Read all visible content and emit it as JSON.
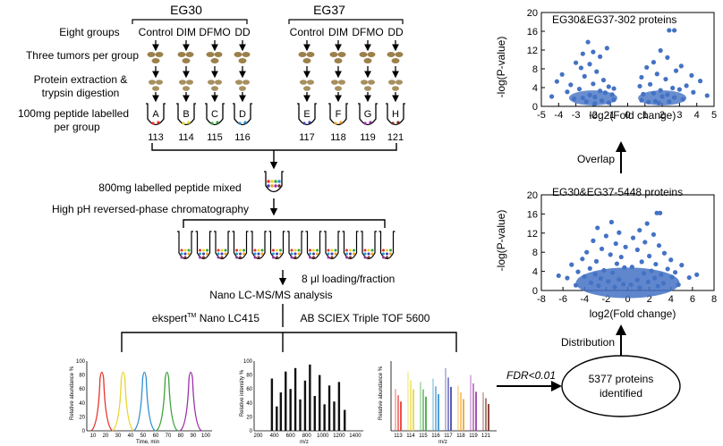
{
  "groups": {
    "eg30_title": "EG30",
    "eg37_title": "EG37",
    "eight_groups": "Eight groups",
    "eg30_conditions": [
      "Control",
      "DIM",
      "DFMO",
      "DD"
    ],
    "eg37_conditions": [
      "Control",
      "DIM",
      "DFMO",
      "DD"
    ]
  },
  "steps": {
    "three_tumors": "Three tumors per group",
    "protein_line1": "Protein extraction &",
    "protein_line2": "trypsin digestion",
    "peptide_line1": "100mg peptide labelled",
    "peptide_line2": "per group",
    "mixed": "800mg labelled peptide mixed",
    "chromatography": "High pH reversed-phase chromatography",
    "loading": "8 μl loading/fraction",
    "nano_lcms": "Nano LC-MS/MS analysis",
    "ekspert_prefix": "ekspert",
    "ekspert_sup": "TM",
    "ekspert_suffix": " Nano LC415",
    "absciex": "AB SCIEX Triple TOF 5600"
  },
  "tubes": [
    {
      "letter": "A",
      "tag": "113",
      "color": "#e8312a"
    },
    {
      "letter": "B",
      "tag": "114",
      "color": "#e8d62c"
    },
    {
      "letter": "C",
      "tag": "115",
      "color": "#3aa339"
    },
    {
      "letter": "D",
      "tag": "116",
      "color": "#2f8fd0"
    },
    {
      "letter": "E",
      "tag": "117",
      "color": "#3b3fa8"
    },
    {
      "letter": "F",
      "tag": "118",
      "color": "#f0a020"
    },
    {
      "letter": "G",
      "tag": "119",
      "color": "#9b2fa8"
    },
    {
      "letter": "H",
      "tag": "121",
      "color": "#7a2a1e"
    }
  ],
  "colors": {
    "volcano": "#4472c4",
    "tumor": "#8a6a2a"
  },
  "ms_panels": {
    "chrom_ylabel": "Relative abundance %",
    "chrom_xlabel": "Time, min",
    "chrom_xticks": [
      "10",
      "20",
      "30",
      "40",
      "50",
      "60",
      "70",
      "80",
      "90",
      "100"
    ],
    "chrom_yticks": [
      "0",
      "20",
      "40",
      "60",
      "80",
      "100"
    ],
    "chrom_peaks": [
      {
        "center": 17,
        "color": "#e8312a"
      },
      {
        "center": 34,
        "color": "#e8d62c"
      },
      {
        "center": 51,
        "color": "#2f8fd0"
      },
      {
        "center": 69,
        "color": "#3aa339"
      },
      {
        "center": 88,
        "color": "#9b2fa8"
      }
    ],
    "ms1_ylabel": "Relative intensity %",
    "ms1_xlabel": "m/z",
    "ms1_xticks": [
      "200",
      "400",
      "600",
      "800",
      "1000",
      "1200",
      "1400"
    ],
    "ms1_yticks": [
      "0",
      "20",
      "40",
      "60",
      "80",
      "100"
    ],
    "ms1_bars": [
      {
        "mz": 370,
        "rel": 75
      },
      {
        "mz": 430,
        "rel": 35
      },
      {
        "mz": 480,
        "rel": 55
      },
      {
        "mz": 540,
        "rel": 85
      },
      {
        "mz": 600,
        "rel": 60
      },
      {
        "mz": 660,
        "rel": 90
      },
      {
        "mz": 720,
        "rel": 45
      },
      {
        "mz": 780,
        "rel": 72
      },
      {
        "mz": 840,
        "rel": 95
      },
      {
        "mz": 900,
        "rel": 50
      },
      {
        "mz": 960,
        "rel": 80
      },
      {
        "mz": 1020,
        "rel": 38
      },
      {
        "mz": 1080,
        "rel": 65
      },
      {
        "mz": 1140,
        "rel": 42
      },
      {
        "mz": 1200,
        "rel": 70
      },
      {
        "mz": 1270,
        "rel": 30
      }
    ],
    "rep_ylabel": "Relative abundance %",
    "rep_xlabel": "m/z",
    "rep_xticks": [
      "113",
      "114",
      "115",
      "116",
      "117",
      "118",
      "119",
      "121"
    ],
    "rep_bars": [
      {
        "tag": 113,
        "rel": 60,
        "color": "#e8312a"
      },
      {
        "tag": 114,
        "rel": 85,
        "color": "#e8d62c"
      },
      {
        "tag": 115,
        "rel": 70,
        "color": "#3aa339"
      },
      {
        "tag": 116,
        "rel": 75,
        "color": "#2f8fd0"
      },
      {
        "tag": 117,
        "rel": 90,
        "color": "#3b3fa8"
      },
      {
        "tag": 118,
        "rel": 65,
        "color": "#f0a020"
      },
      {
        "tag": 119,
        "rel": 80,
        "color": "#9b2fa8"
      },
      {
        "tag": 121,
        "rel": 55,
        "color": "#7a2a1e"
      }
    ]
  },
  "flow": {
    "fdr": "FDR<0.01",
    "identified_line1": "5377 proteins",
    "identified_line2": "identified",
    "distribution": "Distribution",
    "overlap": "Overlap"
  },
  "chart_data": [
    {
      "type": "scatter",
      "title": "EG30&EG37-302 proteins",
      "xlabel": "log2(Fold change)",
      "ylabel": "-log(P-value)",
      "xlim": [
        -5,
        5
      ],
      "ylim": [
        0,
        20
      ],
      "xticks": [
        "-5",
        "-4",
        "-3",
        "-2",
        "-1",
        "0",
        "1",
        "2",
        "3",
        "4",
        "5"
      ],
      "yticks": [
        "0",
        "4",
        "8",
        "12",
        "16",
        "20"
      ],
      "points": [
        [
          2.4,
          16.2
        ],
        [
          2.7,
          16.2
        ],
        [
          -2.3,
          13.7
        ],
        [
          -1.2,
          12.4
        ],
        [
          1.9,
          11.9
        ],
        [
          -2.0,
          11.6
        ],
        [
          -2.6,
          11.2
        ],
        [
          -1.6,
          10.6
        ],
        [
          2.3,
          10.4
        ],
        [
          -3.0,
          9.3
        ],
        [
          -2.2,
          9.0
        ],
        [
          1.5,
          9.4
        ],
        [
          3.1,
          8.6
        ],
        [
          -2.7,
          8.2
        ],
        [
          1.1,
          8.3
        ],
        [
          2.8,
          7.6
        ],
        [
          -1.8,
          7.4
        ],
        [
          -3.8,
          6.8
        ],
        [
          3.7,
          6.6
        ],
        [
          -2.5,
          6.4
        ],
        [
          0.8,
          6.2
        ],
        [
          1.7,
          6.9
        ],
        [
          -4.1,
          5.3
        ],
        [
          4.2,
          5.4
        ],
        [
          -1.4,
          5.6
        ],
        [
          2.2,
          5.8
        ],
        [
          -3.3,
          4.6
        ],
        [
          3.4,
          4.4
        ],
        [
          -2.0,
          4.8
        ],
        [
          1.3,
          4.7
        ],
        [
          -1.1,
          4.2
        ],
        [
          0.7,
          4.3
        ],
        [
          -0.8,
          3.8
        ],
        [
          2.6,
          3.9
        ],
        [
          -2.8,
          3.7
        ],
        [
          3.0,
          3.6
        ],
        [
          -1.6,
          3.3
        ],
        [
          1.9,
          3.4
        ],
        [
          -3.5,
          3.1
        ],
        [
          3.8,
          3.0
        ],
        [
          -4.4,
          2.1
        ],
        [
          4.6,
          2.3
        ],
        [
          -1.3,
          2.9
        ],
        [
          1.5,
          2.8
        ],
        [
          -0.9,
          2.5
        ],
        [
          0.9,
          2.6
        ],
        [
          -2.2,
          2.4
        ],
        [
          2.3,
          2.5
        ],
        [
          -1.9,
          2.0
        ],
        [
          2.0,
          2.1
        ],
        [
          -2.6,
          1.8
        ],
        [
          2.7,
          1.9
        ],
        [
          -3.1,
          1.6
        ],
        [
          3.2,
          1.5
        ],
        [
          -0.8,
          1.4
        ],
        [
          0.8,
          1.3
        ],
        [
          -1.5,
          1.2
        ],
        [
          1.6,
          1.1
        ],
        [
          -2.4,
          1.0
        ],
        [
          2.4,
          1.0
        ],
        [
          -1.1,
          0.8
        ],
        [
          1.2,
          0.9
        ],
        [
          -1.9,
          0.6
        ],
        [
          1.8,
          0.7
        ]
      ]
    },
    {
      "type": "scatter",
      "title": "EG30&EG37-5448 proteins",
      "xlabel": "log2(Fold change)",
      "ylabel": "-log(P-value)",
      "xlim": [
        -8,
        8
      ],
      "ylim": [
        0,
        20
      ],
      "xticks": [
        "-8",
        "-6",
        "-4",
        "-2",
        "0",
        "2",
        "4",
        "6",
        "8"
      ],
      "yticks": [
        "0",
        "4",
        "8",
        "12",
        "16",
        "20"
      ],
      "points": [
        [
          2.7,
          16.2
        ],
        [
          3.0,
          16.2
        ],
        [
          -1.5,
          14.3
        ],
        [
          1.8,
          14.0
        ],
        [
          -2.8,
          13.1
        ],
        [
          1.1,
          12.6
        ],
        [
          -0.8,
          12.1
        ],
        [
          2.4,
          11.7
        ],
        [
          -2.0,
          11.4
        ],
        [
          0.5,
          11.0
        ],
        [
          -3.2,
          10.4
        ],
        [
          1.6,
          10.1
        ],
        [
          -1.1,
          9.8
        ],
        [
          2.9,
          9.4
        ],
        [
          -0.2,
          9.1
        ],
        [
          -2.4,
          8.7
        ],
        [
          0.9,
          8.5
        ],
        [
          -3.8,
          8.0
        ],
        [
          3.4,
          7.8
        ],
        [
          -1.6,
          7.5
        ],
        [
          2.0,
          7.2
        ],
        [
          -0.6,
          7.0
        ],
        [
          -4.2,
          6.6
        ],
        [
          4.0,
          6.4
        ],
        [
          -2.9,
          6.1
        ],
        [
          1.3,
          6.0
        ],
        [
          -5.2,
          5.4
        ],
        [
          5.0,
          5.3
        ],
        [
          -1.0,
          5.6
        ],
        [
          2.6,
          5.5
        ],
        [
          -6.4,
          3.1
        ],
        [
          6.4,
          3.3
        ],
        [
          -3.5,
          4.6
        ],
        [
          3.7,
          4.5
        ],
        [
          -0.3,
          4.8
        ],
        [
          0.4,
          4.9
        ],
        [
          -4.6,
          3.9
        ],
        [
          4.4,
          3.8
        ],
        [
          -2.2,
          4.2
        ],
        [
          2.2,
          4.1
        ],
        [
          -5.6,
          2.6
        ],
        [
          5.7,
          2.7
        ],
        [
          -1.4,
          3.7
        ],
        [
          1.5,
          3.6
        ],
        [
          -3.0,
          3.4
        ],
        [
          3.1,
          3.3
        ],
        [
          -4.0,
          2.9
        ],
        [
          4.1,
          2.8
        ],
        [
          -2.5,
          2.5
        ],
        [
          2.5,
          2.6
        ],
        [
          -0.8,
          2.3
        ],
        [
          0.9,
          2.2
        ],
        [
          -1.8,
          1.9
        ],
        [
          1.9,
          1.8
        ],
        [
          -3.4,
          1.6
        ],
        [
          3.3,
          1.5
        ],
        [
          -0.4,
          1.3
        ],
        [
          0.3,
          1.2
        ],
        [
          -2.7,
          1.0
        ],
        [
          2.8,
          0.9
        ],
        [
          -4.8,
          1.1
        ],
        [
          4.7,
          1.2
        ],
        [
          -1.2,
          0.7
        ],
        [
          1.1,
          0.6
        ]
      ]
    }
  ]
}
